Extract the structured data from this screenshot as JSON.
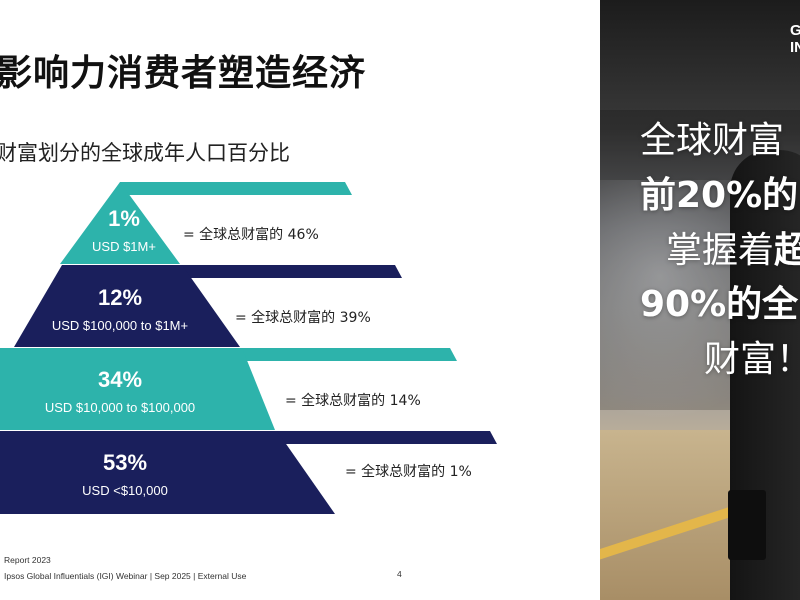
{
  "slide": {
    "title": "影响力消费者塑造经济",
    "subtitle": "财富划分的全球成年人口百分比",
    "page_number": "4"
  },
  "colors": {
    "teal": "#2db3ab",
    "navy": "#1a1f5c",
    "text": "#222222"
  },
  "pyramid": {
    "tiers": [
      {
        "percent": "1%",
        "range": "USD $1M+",
        "share": "= 全球总财富的 46%"
      },
      {
        "percent": "12%",
        "range": "USD $100,000 to $1M+",
        "share": "= 全球总财富的 39%"
      },
      {
        "percent": "34%",
        "range": "USD $10,000 to $100,000",
        "share": "= 全球总财富的 14%"
      },
      {
        "percent": "53%",
        "range": "USD <$10,000",
        "share": "= 全球总财富的 1%"
      }
    ]
  },
  "footer": {
    "line1": "Report 2023",
    "line2": "Ipsos Global Influentials (IGI) Webinar  | Sep 2025 | External Use"
  },
  "photo_panel": {
    "logo_line1": "G",
    "logo_line2": "IN",
    "overlay_line1": "全球财富",
    "overlay_line2": "前20%的",
    "overlay_line3a": "掌握着",
    "overlay_line3b": "超",
    "overlay_line4": "90%的全",
    "overlay_line5": "财富！"
  }
}
